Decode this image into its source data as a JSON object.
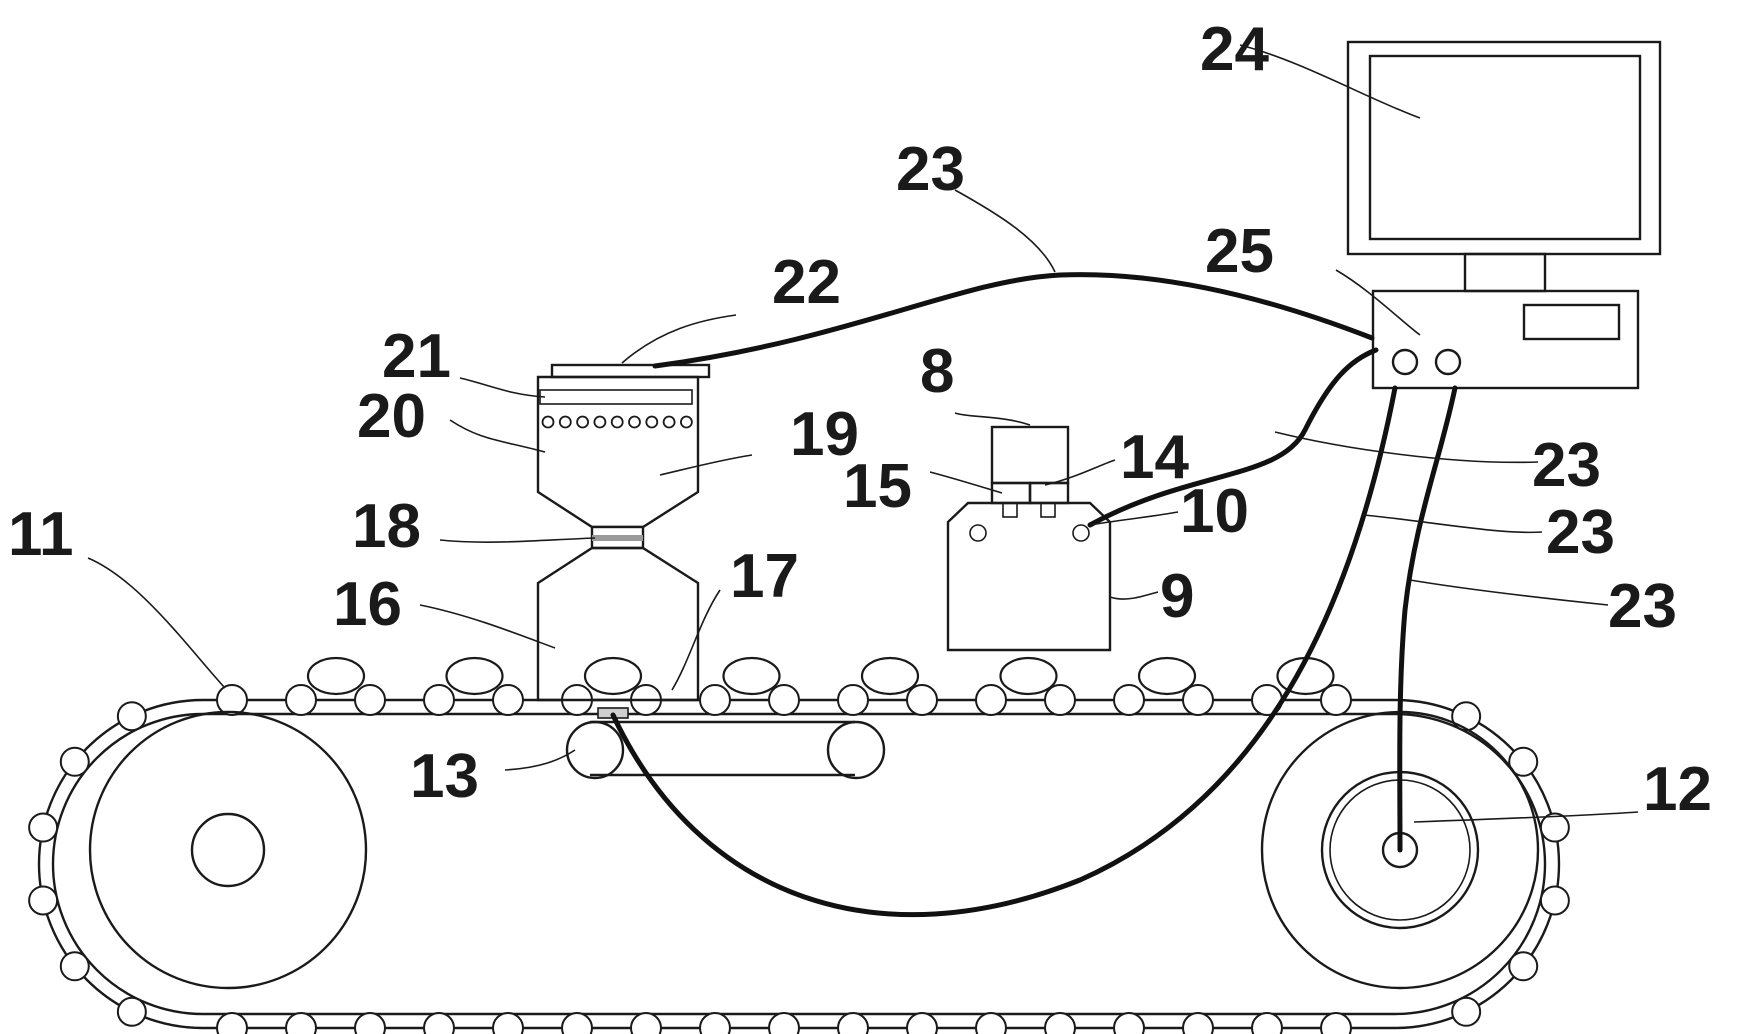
{
  "labels": {
    "l8": "8",
    "l9": "9",
    "l10": "10",
    "l11": "11",
    "l12": "12",
    "l13": "13",
    "l14": "14",
    "l15": "15",
    "l16": "16",
    "l17": "17",
    "l18": "18",
    "l19": "19",
    "l20": "20",
    "l21": "21",
    "l22": "22",
    "l23a": "23",
    "l23b": "23",
    "l23c": "23",
    "l23d": "23",
    "l24": "24",
    "l25": "25"
  }
}
